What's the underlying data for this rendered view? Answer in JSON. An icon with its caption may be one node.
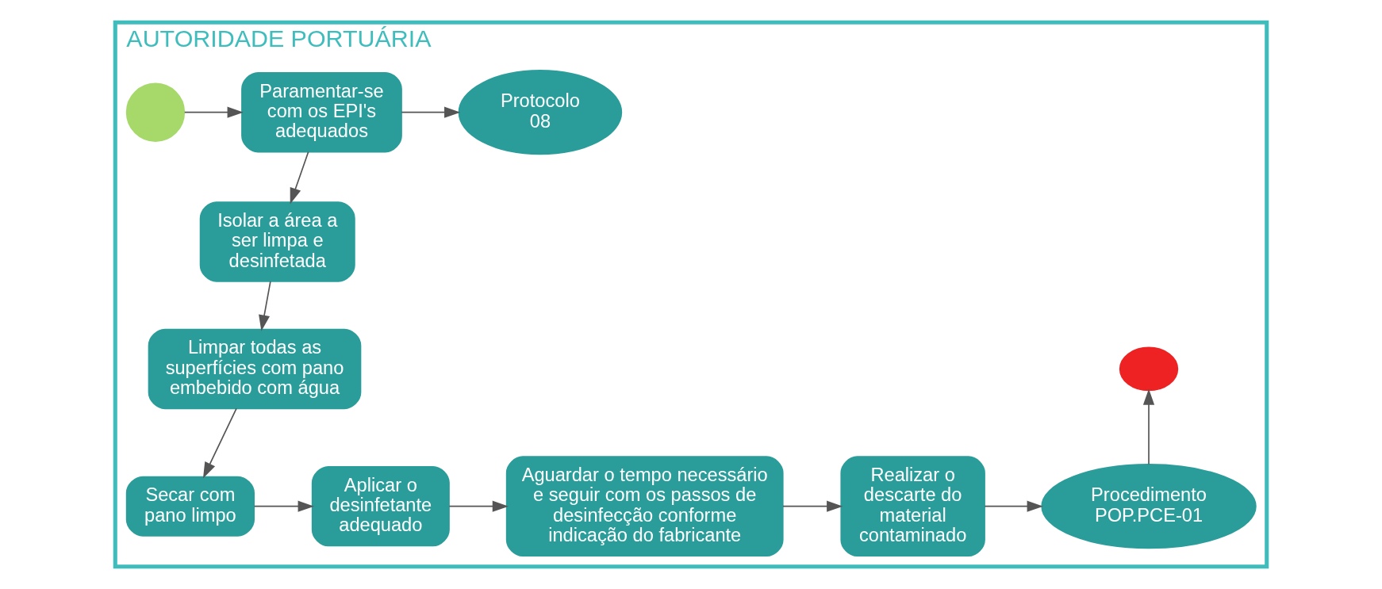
{
  "diagram": {
    "nodes": [
      {
        "text": [
          "AUTORIDADE PORTUÁRIA"
        ]
      },
      {
        "text": [],
        "shape": "circle",
        "in": 0
      },
      {
        "text": [
          "Paramentar-se com os EPI's adequados"
        ],
        "in": 0
      },
      {
        "text": [
          "Protocolo 08"
        ],
        "in": 0
      },
      {
        "text": [
          "Isolar a área a ser limpa e desinfetada"
        ],
        "in": 0
      },
      {
        "text": [
          "Limpar todas as superfícies com pano embebido com água"
        ],
        "in": 0
      },
      {
        "text": [
          "Secar com pano limpo"
        ],
        "in": 0
      },
      {
        "text": [
          "Aplicar o desinfetante adequado"
        ],
        "in": 0
      },
      {
        "text": [
          "Aguardar o tempo necessário e seguir com os passos de desinfecção conforme indicação do fabricante"
        ],
        "in": 0
      },
      {
        "text": [
          "Realizar o descarte do material contaminado"
        ],
        "in": 0
      },
      {
        "text": [
          "Procedimento POP.PCE-01"
        ],
        "in": 0
      },
      {
        "text": [],
        "shape": "circle",
        "in": 0
      }
    ],
    "edges": [
      {
        "from": 1,
        "to": 2,
        "arrow": "to"
      },
      {
        "from": 2,
        "to": 3,
        "arrow": "to"
      },
      {
        "from": 2,
        "to": 4,
        "arrow": "to"
      },
      {
        "from": 4,
        "to": 5,
        "arrow": "to"
      },
      {
        "from": 5,
        "to": 6,
        "arrow": "to"
      },
      {
        "from": 6,
        "to": 7,
        "arrow": "to"
      },
      {
        "from": 7,
        "to": 8,
        "arrow": "to"
      },
      {
        "from": 8,
        "to": 9,
        "arrow": "to"
      },
      {
        "from": 9,
        "to": 10,
        "arrow": "to"
      },
      {
        "from": 10,
        "to": 11,
        "arrow": "to"
      }
    ]
  }
}
